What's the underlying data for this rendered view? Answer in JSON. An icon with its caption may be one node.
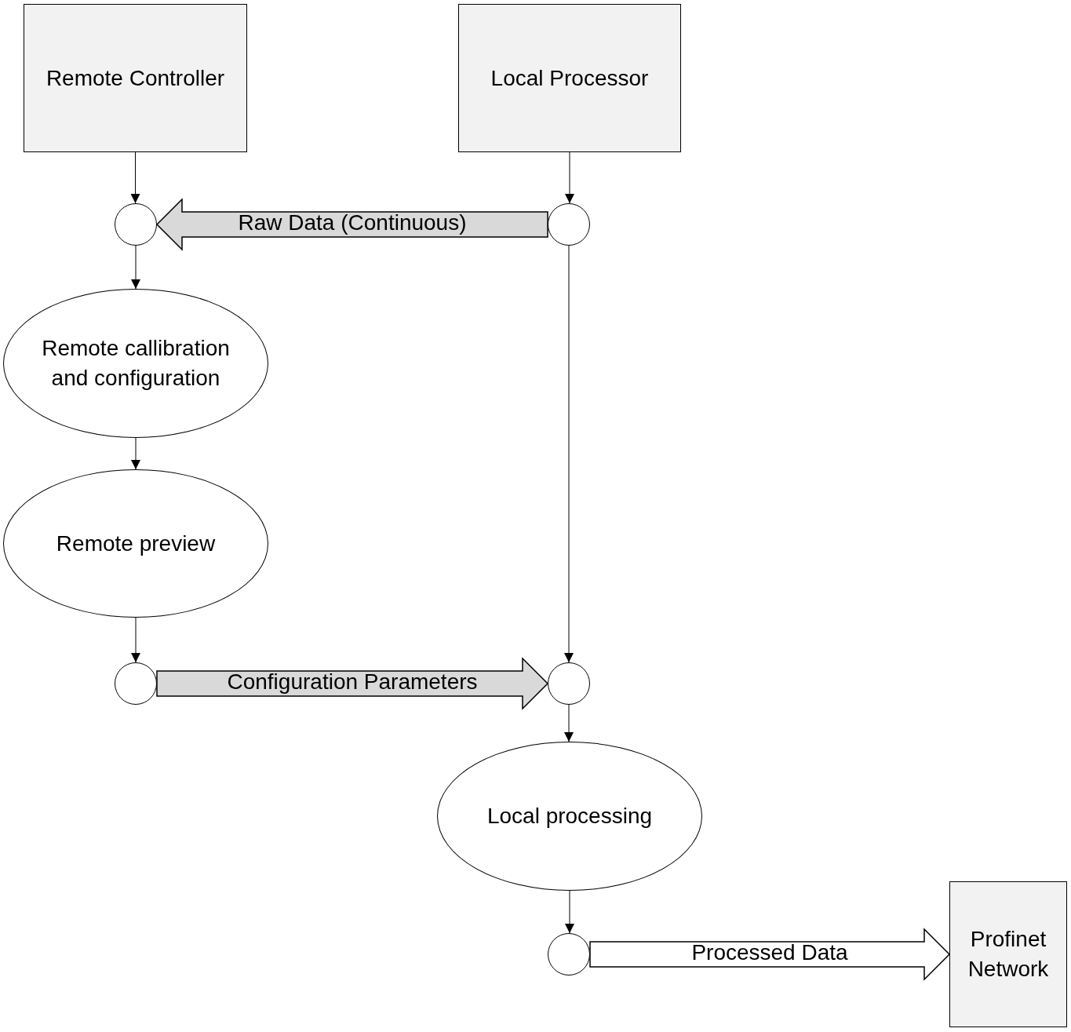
{
  "diagram": {
    "nodes": [
      {
        "text": [
          "Remote Controller"
        ]
      },
      {
        "text": [
          "Local Processor"
        ]
      },
      {
        "text": [],
        "shape": "circle"
      },
      {
        "text": [],
        "shape": "circle"
      },
      {
        "text": [
          "Remote callibration and configuration"
        ]
      },
      {
        "text": [
          "Remote preview"
        ]
      },
      {
        "text": [],
        "shape": "circle"
      },
      {
        "text": [],
        "shape": "circle"
      },
      {
        "text": [
          "Local processing"
        ]
      },
      {
        "text": [],
        "shape": "circle"
      },
      {
        "text": [
          "Profinet Network"
        ]
      }
    ],
    "edges": [
      {
        "from": 0,
        "to": 2,
        "arrow": "to"
      },
      {
        "from": 1,
        "to": 3,
        "arrow": "to"
      },
      {
        "from": 3,
        "to": 2,
        "arrow": "to",
        "label": "Raw Data (Continuous)",
        "style": "thick",
        "color": "#d9d9d9"
      },
      {
        "from": 2,
        "to": 4,
        "arrow": "to"
      },
      {
        "from": 4,
        "to": 5,
        "arrow": "to"
      },
      {
        "from": 5,
        "to": 6,
        "arrow": "to"
      },
      {
        "from": 3,
        "to": 7,
        "arrow": "to"
      },
      {
        "from": 6,
        "to": 7,
        "arrow": "to",
        "label": "Configuration Parameters",
        "style": "thick",
        "color": "#d9d9d9"
      },
      {
        "from": 7,
        "to": 8,
        "arrow": "to"
      },
      {
        "from": 8,
        "to": 9,
        "arrow": "to"
      },
      {
        "from": 9,
        "to": 10,
        "arrow": "to",
        "label": "Processed Data",
        "style": "thick",
        "color": "#ffffff"
      }
    ]
  }
}
